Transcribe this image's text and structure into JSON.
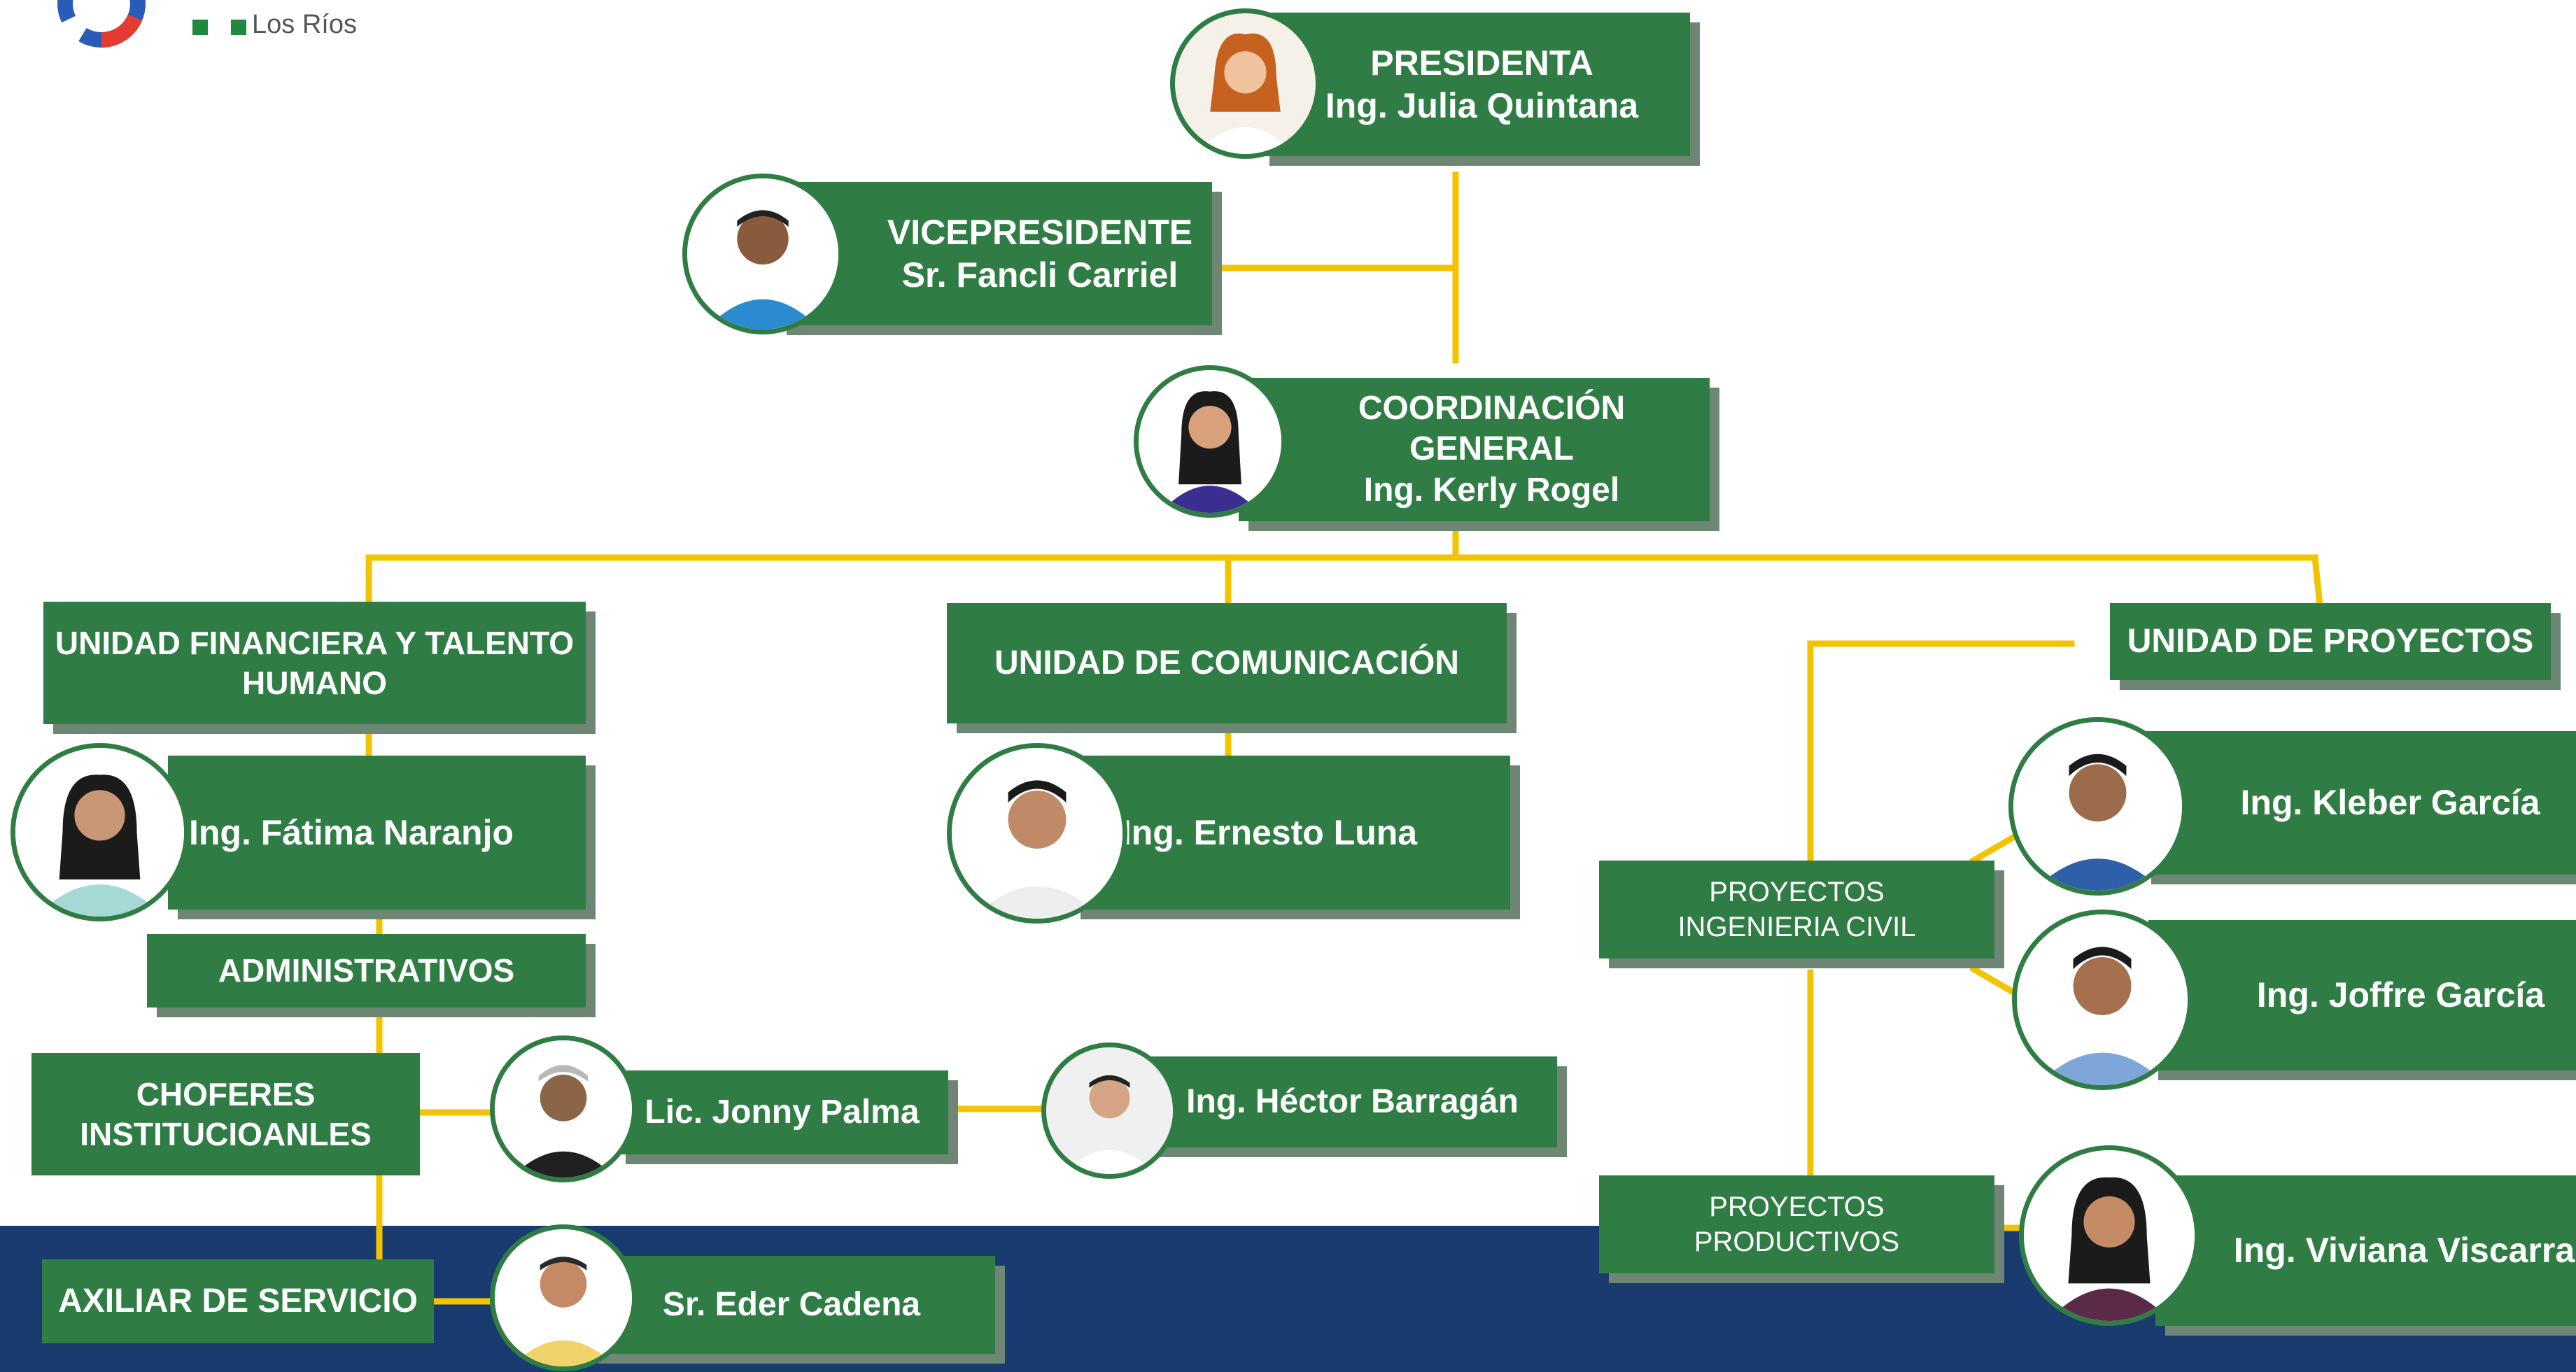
{
  "logo": {
    "subtitle": "Los Ríos",
    "icon": "logo-ring-icon"
  },
  "colors": {
    "box": "#2f7d44",
    "shadow": "#6e8674",
    "connector": "#f2c400",
    "band": "#193b70"
  },
  "top": {
    "presidenta": {
      "role": "PRESIDENTA",
      "name": "Ing. Julia Quintana"
    },
    "vicepresidente": {
      "role": "VICEPRESIDENTE",
      "name": "Sr. Fancli Carriel"
    },
    "coordinacion": {
      "role": "COORDINACIÓN GENERAL",
      "name": "Ing. Kerly Rogel"
    }
  },
  "units": {
    "financiera": {
      "title": "UNIDAD  FINANCIERA Y TALENTO HUMANO",
      "head": "Ing. Fátima Naranjo",
      "administrativos": "ADMINISTRATIVOS",
      "choferes": "CHOFERES INSTITUCIOANLES",
      "choferes_members": [
        "Lic. Jonny Palma",
        "Ing. Héctor Barragán"
      ],
      "auxiliar": "AXILIAR DE SERVICIO",
      "auxiliar_member": "Sr. Eder Cadena"
    },
    "comunicacion": {
      "title": "UNIDAD DE COMUNICACIÓN",
      "head": "Ing. Ernesto Luna"
    },
    "proyectos": {
      "title": "UNIDAD DE PROYECTOS",
      "civil": {
        "label": "PROYECTOS INGENIERIA CIVIL",
        "members": [
          "Ing. Kleber García",
          "Ing. Joffre García"
        ]
      },
      "productivos": {
        "label": "PROYECTOS PRODUCTIVOS",
        "members": [
          "Ing. Viviana Viscarra"
        ]
      }
    }
  }
}
